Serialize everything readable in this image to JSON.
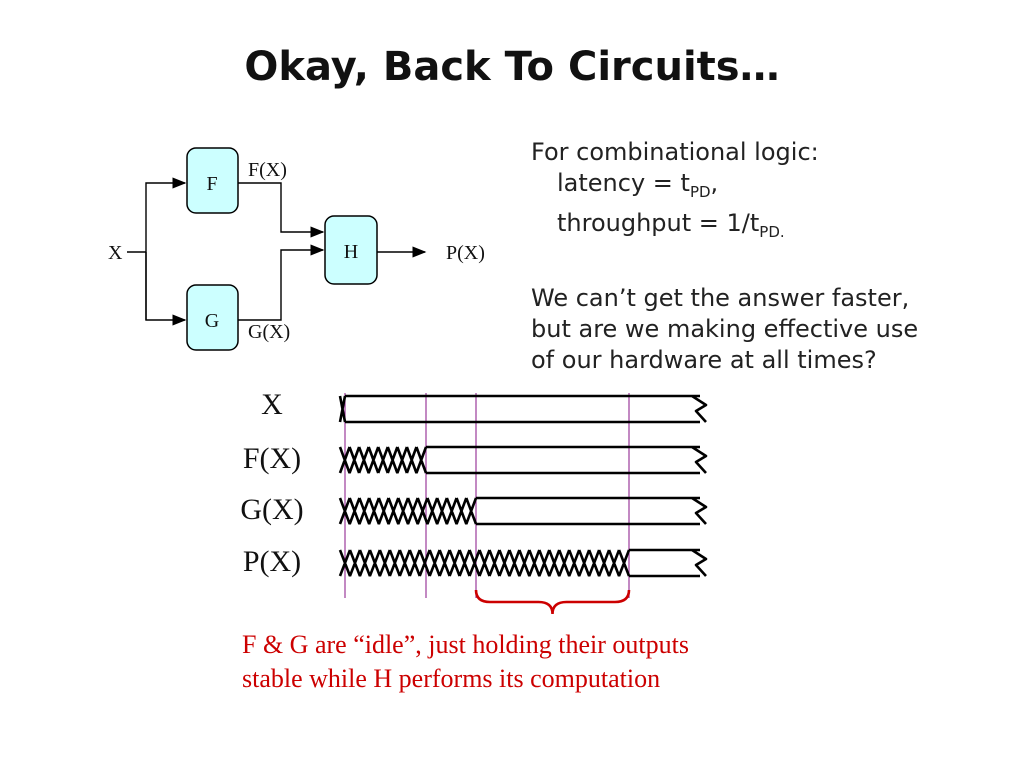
{
  "slide": {
    "title": "Okay, Back To Circuits…"
  },
  "block_diagram": {
    "input": "X",
    "blocks": {
      "f": "F",
      "g": "G",
      "h": "H"
    },
    "wires": {
      "fx": "F(X)",
      "gx": "G(X)",
      "px": "P(X)"
    }
  },
  "notes": {
    "heading": "For combinational logic:",
    "latency_prefix": "latency = t",
    "latency_sub": "PD",
    "latency_suffix": ",",
    "throughput_prefix": "throughput = 1/t",
    "throughput_sub": "PD.",
    "question_line1": "We can’t get the answer faster,",
    "question_line2": "but are we making effective use",
    "question_line3": "of our hardware at all times?"
  },
  "timing": {
    "signals": [
      {
        "label": "X",
        "settle_step": 0
      },
      {
        "label": "F(X)",
        "settle_step": 1
      },
      {
        "label": "G(X)",
        "settle_step": 2
      },
      {
        "label": "P(X)",
        "settle_step": 3
      }
    ]
  },
  "caption": {
    "line1": "F & G are “idle”,  just holding their outputs",
    "line2": "stable while H performs its computation"
  }
}
